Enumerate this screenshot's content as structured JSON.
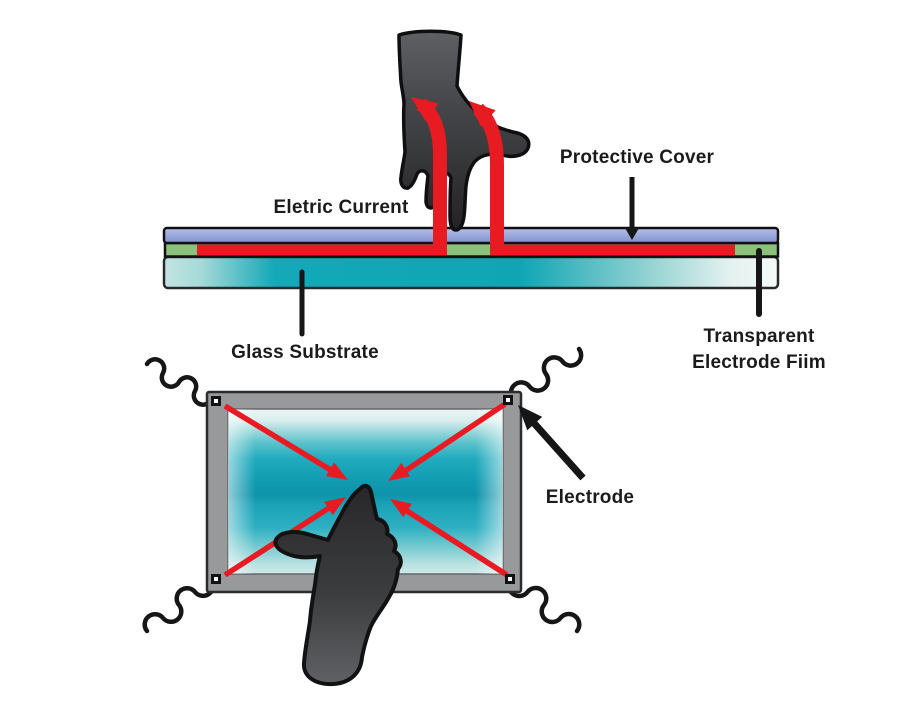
{
  "labels": {
    "electric_current": "Eletric Current",
    "protective_cover": "Protective Cover",
    "glass_substrate": "Glass Substrate",
    "transparent_electrode_film_line1": "Transparent",
    "transparent_electrode_film_line2": "Electrode Fiim",
    "electrode": "Electrode"
  },
  "colors": {
    "background": "#ffffff",
    "current_red": "#e81b23",
    "cover_blue": "#97a5d9",
    "electrode_green": "#8cc17c",
    "glass_teal": "#0fa6b6",
    "frame_gray": "#98999b",
    "hand_dark": "#39393b",
    "line_black": "#161616"
  }
}
